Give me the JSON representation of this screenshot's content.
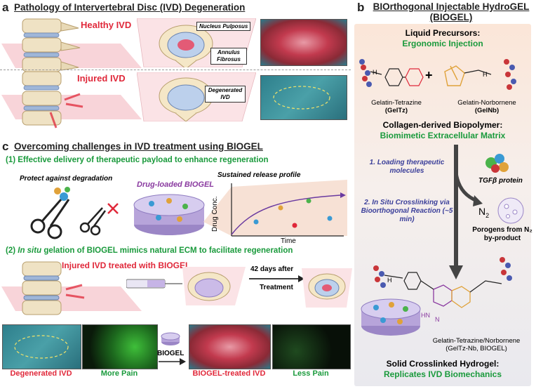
{
  "panel_a": {
    "letter": "a",
    "title": "Pathology of Intervertebral Disc (IVD) Degeneration",
    "healthy_label": "Healthy IVD",
    "injured_label": "Injured IVD",
    "nucleus_label": "Nucleus Pulposus",
    "annulus_label": "Annulus Fibrosus",
    "degenerated_label": "Degenerated IVD"
  },
  "panel_b": {
    "letter": "b",
    "title_line1": "BIOrthogonal Injectable HydroGEL",
    "title_line2": "(BIOGEL)",
    "precursor_title": "Liquid Precursors:",
    "precursor_sub": "Ergonomic Injection",
    "geltz_name": "Gelatin-Tetrazine",
    "geltz_abbr": "(GelTz)",
    "gelnb_name": "Gelatin-Norbornene",
    "gelnb_abbr": "(GelNb)",
    "plus": "+",
    "matrix_title": "Collagen-derived Biopolymer:",
    "matrix_sub": "Biomimetic Extracellular Matrix",
    "step1": "1. Loading therapeutic molecules",
    "tgf_label": "TGFβ protein",
    "step2": "2. In Situ Crosslinking via Bioorthogonal Reaction (~5 min)",
    "n2_label": "N",
    "n2_sub": "2",
    "porogen_label": "Porogens from N₂ by-product",
    "product_name": "Gelatin-Tetrazine/Norbornene",
    "product_abbr": "(GelTz-Nb, BIOGEL)",
    "nh_label": "H",
    "hn_label": "HN",
    "n_label": "N",
    "final_title": "Solid Crosslinked Hydrogel:",
    "final_sub": "Replicates IVD Biomechanics"
  },
  "panel_c": {
    "letter": "c",
    "title": "Overcoming challenges in IVD treatment using BIOGEL",
    "point1": "(1) Effective delivery of therapeutic payload to enhance regeneration",
    "protect_label": "Protect against degradation",
    "drug_loaded": "Drug-loaded BIOGEL",
    "sustained": "Sustained release profile",
    "ylabel": "Drug Conc.",
    "xlabel": "Time",
    "point2_prefix": "(2) ",
    "point2_italic": "In situ",
    "point2_rest": " gelation of BIOGEL mimics natural ECM to facilitate regeneration",
    "treated_label": "Injured IVD treated with BIOGEL",
    "days_label": "42 days after",
    "treatment_label": "Treatment",
    "degenerated_label": "Degenerated IVD",
    "more_pain": "More Pain",
    "biogel_label": "BIOGEL",
    "biogel_treated": "BIOGEL-treated IVD",
    "less_pain": "Less Pain"
  },
  "colors": {
    "red": "#e0283a",
    "green": "#1a9a3c",
    "navy": "#3b3f9a",
    "purple": "#8a3aa0"
  }
}
